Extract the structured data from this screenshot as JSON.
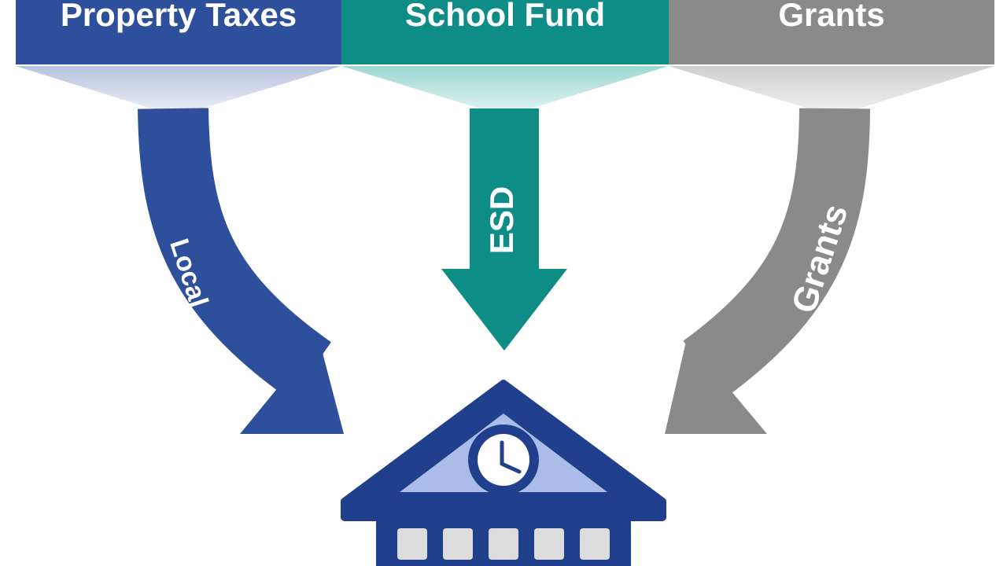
{
  "sources": [
    {
      "id": "property",
      "label": "Property Taxes",
      "color": "#2e4f9c"
    },
    {
      "id": "school",
      "label": "School Fund",
      "color": "#0e8d86"
    },
    {
      "id": "grants",
      "label": "Grants",
      "color": "#8a8a8a"
    }
  ],
  "flows": {
    "local": "Local",
    "esd": "ESD",
    "grants": "Grants"
  },
  "destination": {
    "icon": "school-building-icon",
    "clock_icon": "clock-icon",
    "roof_color": "#203f8c",
    "pediment_color": "#a9bde8",
    "window_count": 5
  }
}
